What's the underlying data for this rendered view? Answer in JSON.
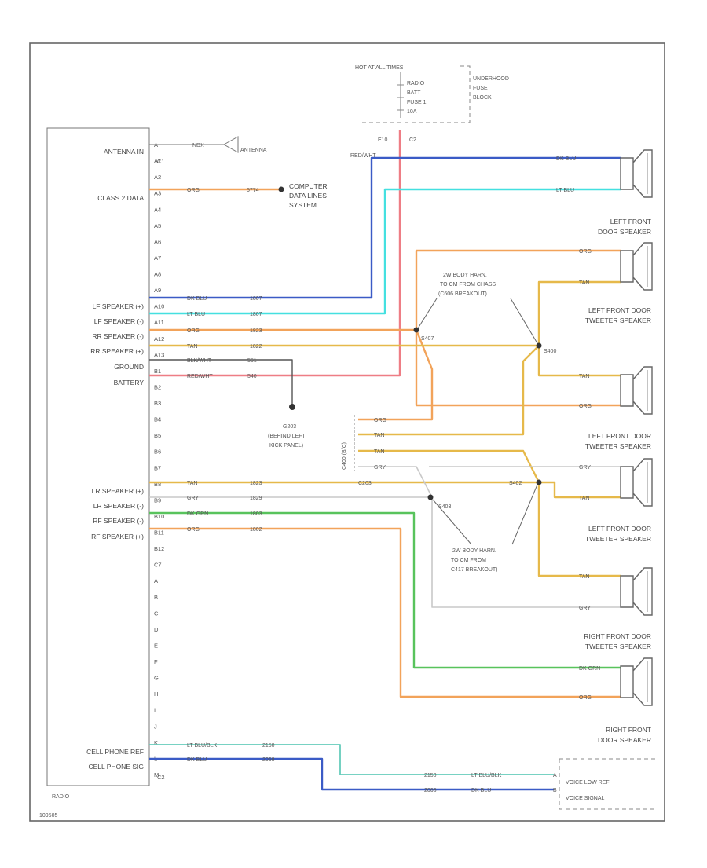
{
  "radio": {
    "name": "RADIO",
    "connectors": [
      "C1",
      "C2"
    ],
    "left_labels": [
      "ANTENNA IN",
      "CLASS 2 DATA",
      "LF SPEAKER (+)",
      "LF SPEAKER (-)",
      "RR SPEAKER (-)",
      "RR SPEAKER (+)",
      "GROUND",
      "BATTERY",
      "LR SPEAKER (+)",
      "LR SPEAKER (-)",
      "RF SPEAKER (-)",
      "RF SPEAKER (+)",
      "CELL PHONE REF",
      "CELL PHONE SIG"
    ],
    "pins": [
      "A",
      "A1",
      "A2",
      "A3",
      "A4",
      "A5",
      "A6",
      "A7",
      "A8",
      "A9",
      "A10",
      "A11",
      "A12",
      "A13",
      "B1",
      "B2",
      "B3",
      "B4",
      "B5",
      "B6",
      "B7",
      "B8",
      "B9",
      "B10",
      "B11",
      "B12",
      "C7",
      "A",
      "B",
      "C",
      "D",
      "E",
      "F",
      "G",
      "H",
      "I",
      "J",
      "K",
      "L",
      "M"
    ]
  },
  "fuse": {
    "hot_label": "HOT AT ALL TIMES",
    "name_lines": [
      "RADIO",
      "BATT",
      "FUSE 1",
      "10A"
    ],
    "block_lines": [
      "UNDERHOOD",
      "FUSE",
      "BLOCK"
    ],
    "conn_label": "E10",
    "conn2_label": "C2"
  },
  "antenna": {
    "wire": "NDX",
    "label": "ANTENNA"
  },
  "data": {
    "color": "ORG",
    "circuit": "5774",
    "target": [
      "COMPUTER",
      "DATA LINES",
      "SYSTEM"
    ]
  },
  "ground": {
    "circuit": "G203",
    "lines": [
      "(BEHIND LEFT",
      "KICK PANEL)"
    ]
  },
  "wires": {
    "radio_lf_plus": [
      "DK BLU",
      "1807"
    ],
    "radio_lf_minus": [
      "LT BLU",
      "1807"
    ],
    "radio_rr_minus": [
      "ORG",
      "1823"
    ],
    "radio_rr_plus": [
      "TAN",
      "1822"
    ],
    "radio_gnd": [
      "BLK/WHT",
      "551"
    ],
    "radio_batt": [
      "RED/WHT",
      "540"
    ],
    "radio_lr_plus": [
      "TAN",
      "1823"
    ],
    "radio_lr_minus": [
      "GRY",
      "1829"
    ],
    "radio_rf_minus": [
      "DK GRN",
      "1803"
    ],
    "radio_rf_plus": [
      "ORG",
      "1802"
    ],
    "cell_ref": [
      "LT BLU/BLK",
      "2150"
    ],
    "cell_sig": [
      "DK BLU",
      "2068"
    ],
    "batt_top": "RED/WHT"
  },
  "splices": [
    "S407",
    "S400",
    "S403",
    "S402"
  ],
  "notes": [
    [
      "2W BODY HARN.",
      "TO CM FROM CHASS",
      "(C606 BREAKOUT)"
    ],
    [
      "2W BODY HARN.",
      "TO CM FROM",
      "C417 BREAKOUT)"
    ]
  ],
  "mid_connector": {
    "label": "C400 (B/C)",
    "wires": [
      "ORG",
      "TAN",
      "TAN",
      "GRY",
      "C203"
    ]
  },
  "right_wires": {
    "w1": "DK BLU",
    "w2": "LT BLU",
    "w3": "ORG",
    "w4": "TAN",
    "w5": "TAN",
    "w6": "ORG",
    "w7": "GRY",
    "w8": "TAN",
    "w9": "TAN",
    "w10": "GRY",
    "w11": "DK GRN",
    "w12": "ORG"
  },
  "components": [
    [
      "LEFT FRONT",
      "DOOR SPEAKER"
    ],
    [
      "LEFT FRONT DOOR",
      "TWEETER SPEAKER"
    ],
    [
      "LEFT FRONT DOOR",
      "TWEETER SPEAKER"
    ],
    [
      "LEFT FRONT DOOR",
      "TWEETER SPEAKER"
    ],
    [
      "RIGHT FRONT DOOR",
      "TWEETER SPEAKER"
    ],
    [
      "RIGHT FRONT",
      "DOOR SPEAKER"
    ]
  ],
  "cell_module": {
    "lines": [
      "VOICE LOW REF",
      "VOICE SIGNAL"
    ],
    "wires": [
      [
        "2150",
        "LT BLU/BLK"
      ],
      [
        "2068",
        "DK BLU"
      ]
    ]
  },
  "footer_code": "109505",
  "colors": {
    "dk_blu": "#3b5bc6",
    "lt_blu": "#44e0e0",
    "org": "#f2a35a",
    "tan": "#e6b94a",
    "red": "#ee7d85",
    "grn": "#58c35c",
    "gry": "#c8c8c8",
    "teal": "#66ccbb",
    "line": "#555555"
  }
}
